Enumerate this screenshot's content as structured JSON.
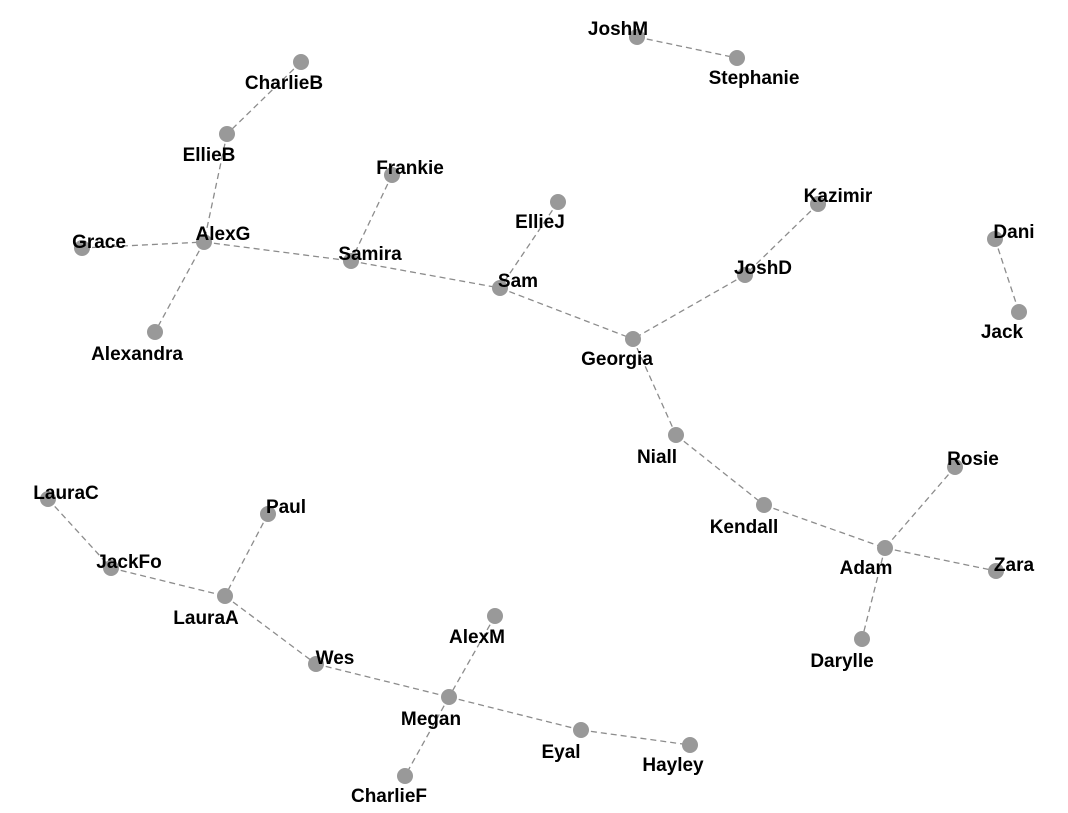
{
  "graph": {
    "node_color": "#999999",
    "edge_color": "#8c8c8c",
    "edge_style": "dashed",
    "nodes": [
      {
        "id": "JoshM",
        "label": "JoshM"
      },
      {
        "id": "Stephanie",
        "label": "Stephanie"
      },
      {
        "id": "CharlieB",
        "label": "CharlieB"
      },
      {
        "id": "EllieB",
        "label": "EllieB"
      },
      {
        "id": "Frankie",
        "label": "Frankie"
      },
      {
        "id": "EllieJ",
        "label": "EllieJ"
      },
      {
        "id": "Kazimir",
        "label": "Kazimir"
      },
      {
        "id": "Dani",
        "label": "Dani"
      },
      {
        "id": "Grace",
        "label": "Grace"
      },
      {
        "id": "AlexG",
        "label": "AlexG"
      },
      {
        "id": "Samira",
        "label": "Samira"
      },
      {
        "id": "Sam",
        "label": "Sam"
      },
      {
        "id": "JoshD",
        "label": "JoshD"
      },
      {
        "id": "Jack",
        "label": "Jack"
      },
      {
        "id": "Alexandra",
        "label": "Alexandra"
      },
      {
        "id": "Georgia",
        "label": "Georgia"
      },
      {
        "id": "Niall",
        "label": "Niall"
      },
      {
        "id": "Rosie",
        "label": "Rosie"
      },
      {
        "id": "LauraC",
        "label": "LauraC"
      },
      {
        "id": "Paul",
        "label": "Paul"
      },
      {
        "id": "Kendall",
        "label": "Kendall"
      },
      {
        "id": "JackFo",
        "label": "JackFo"
      },
      {
        "id": "Adam",
        "label": "Adam"
      },
      {
        "id": "Zara",
        "label": "Zara"
      },
      {
        "id": "LauraA",
        "label": "LauraA"
      },
      {
        "id": "AlexM",
        "label": "AlexM"
      },
      {
        "id": "Wes",
        "label": "Wes"
      },
      {
        "id": "Daryle",
        "label": "Darylle"
      },
      {
        "id": "Megan",
        "label": "Megan"
      },
      {
        "id": "Eyal",
        "label": "Eyal"
      },
      {
        "id": "Hayley",
        "label": "Hayley"
      },
      {
        "id": "CharlieF",
        "label": "CharlieF"
      }
    ],
    "edges": [
      [
        "JoshM",
        "Stephanie"
      ],
      [
        "CharlieB",
        "EllieB"
      ],
      [
        "EllieB",
        "AlexG"
      ],
      [
        "Grace",
        "AlexG"
      ],
      [
        "AlexG",
        "Alexandra"
      ],
      [
        "AlexG",
        "Samira"
      ],
      [
        "Frankie",
        "Samira"
      ],
      [
        "Samira",
        "Sam"
      ],
      [
        "EllieJ",
        "Sam"
      ],
      [
        "Sam",
        "Georgia"
      ],
      [
        "Kazimir",
        "JoshD"
      ],
      [
        "JoshD",
        "Georgia"
      ],
      [
        "Dani",
        "Jack"
      ],
      [
        "Georgia",
        "Niall"
      ],
      [
        "Niall",
        "Kendall"
      ],
      [
        "Kendall",
        "Adam"
      ],
      [
        "Rosie",
        "Adam"
      ],
      [
        "Adam",
        "Zara"
      ],
      [
        "Adam",
        "Daryle"
      ],
      [
        "LauraC",
        "JackFo"
      ],
      [
        "JackFo",
        "LauraA"
      ],
      [
        "Paul",
        "LauraA"
      ],
      [
        "LauraA",
        "Wes"
      ],
      [
        "Wes",
        "Megan"
      ],
      [
        "AlexM",
        "Megan"
      ],
      [
        "Megan",
        "Eyal"
      ],
      [
        "Megan",
        "CharlieF"
      ],
      [
        "Eyal",
        "Hayley"
      ]
    ]
  }
}
